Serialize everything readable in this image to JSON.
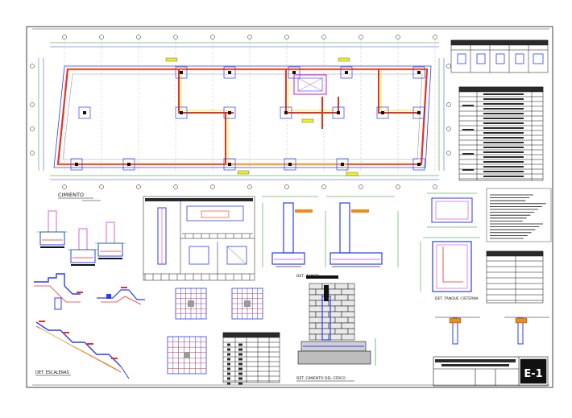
{
  "sheet": {
    "code": "E-1",
    "colors": {
      "background": "#ffffff",
      "frame": "#111111",
      "line_blue": "#2a3cff",
      "line_cyan": "#00b7c8",
      "line_green": "#1a8a1a",
      "line_red": "#e83020",
      "line_orange": "#f28a18",
      "line_yellow": "#f4ee20",
      "line_magenta": "#d63cd6",
      "hatch_gray": "#9a9a9a"
    }
  },
  "labels": {
    "plan": "CIMIENTO",
    "stairs": "DET. ESCALERAS",
    "footing": "DET. ZAPATA",
    "foundation": "DET. CIMIENTO DEL CERCO",
    "cistern": "DET. TANQUE CISTERNA"
  }
}
